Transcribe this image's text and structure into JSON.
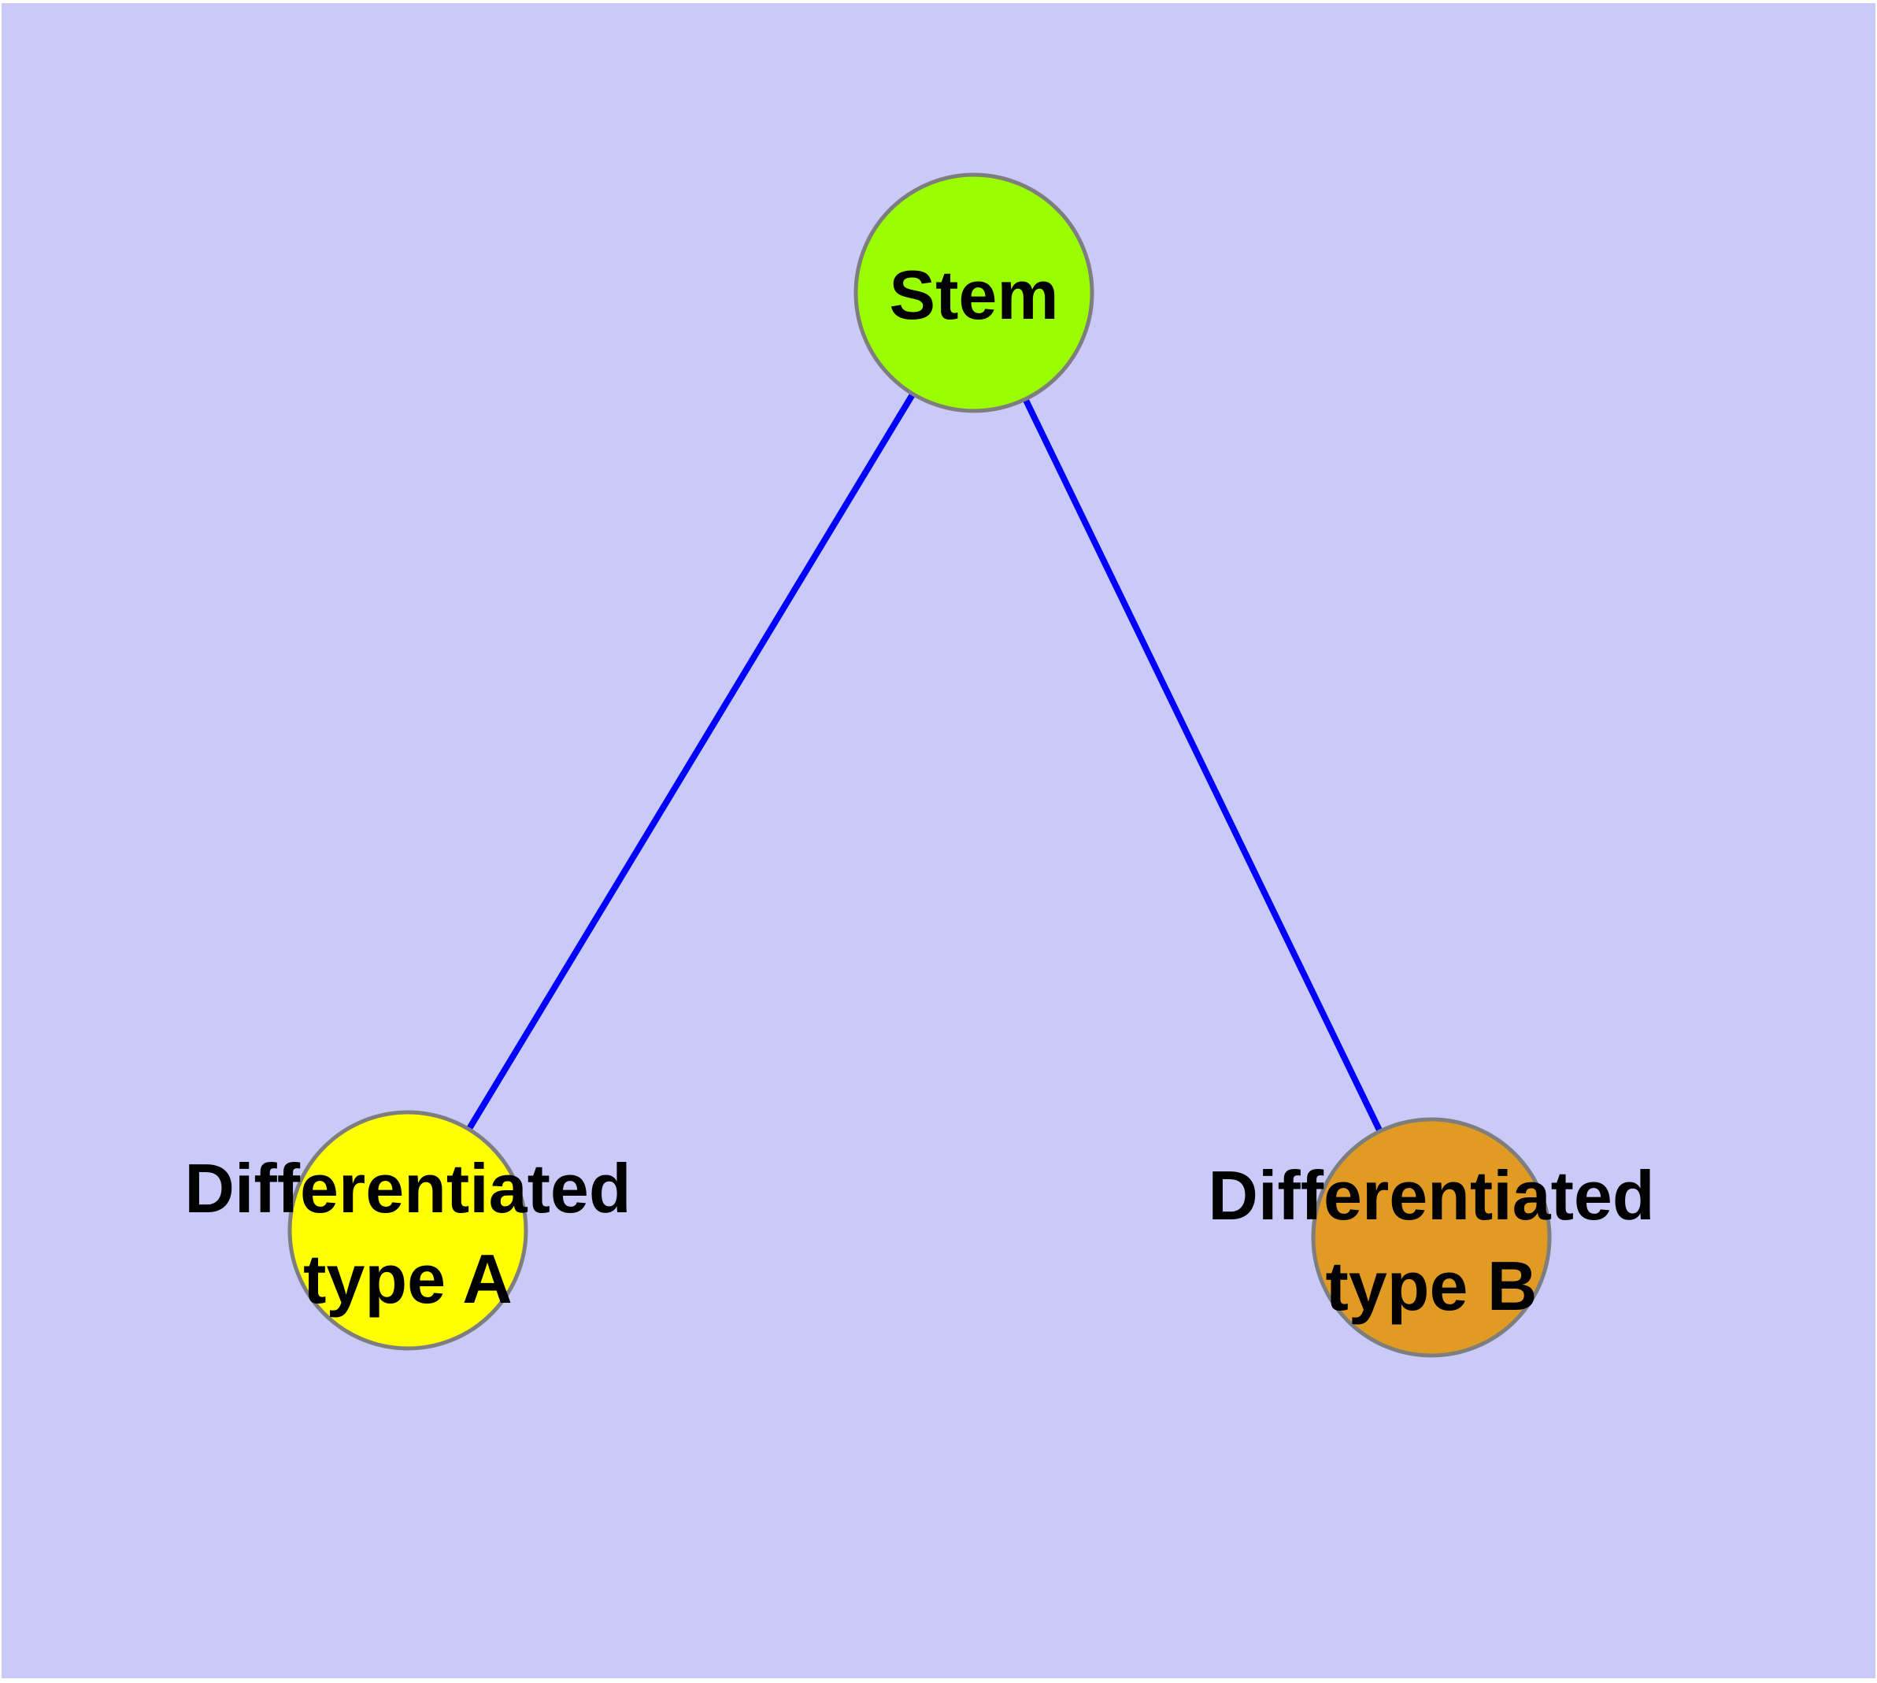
{
  "canvas": {
    "background_color": "#CACAF8",
    "page_color": "#ffffff"
  },
  "graph": {
    "nodes": [
      {
        "id": "stem",
        "label": "Stem",
        "fill": "#9BFE00",
        "border_color": "#7E7E7E",
        "text_color": "#000000"
      },
      {
        "id": "differentiated-type-a",
        "label": "Differentiated type A",
        "label_line1": "Differentiated",
        "label_line2": "type A",
        "fill": "#FFFF00",
        "border_color": "#7E7E7E",
        "text_color": "#000000"
      },
      {
        "id": "differentiated-type-b",
        "label": "Differentiated type B",
        "label_line1": "Differentiated",
        "label_line2": "type B",
        "fill": "#E29B22",
        "border_color": "#7E7E7E",
        "text_color": "#000000"
      }
    ],
    "edges": [
      {
        "from": "Stem",
        "to": "Differentiated type A",
        "color": "#0000FF"
      },
      {
        "from": "Stem",
        "to": "Differentiated type B",
        "color": "#0000FF"
      }
    ]
  }
}
